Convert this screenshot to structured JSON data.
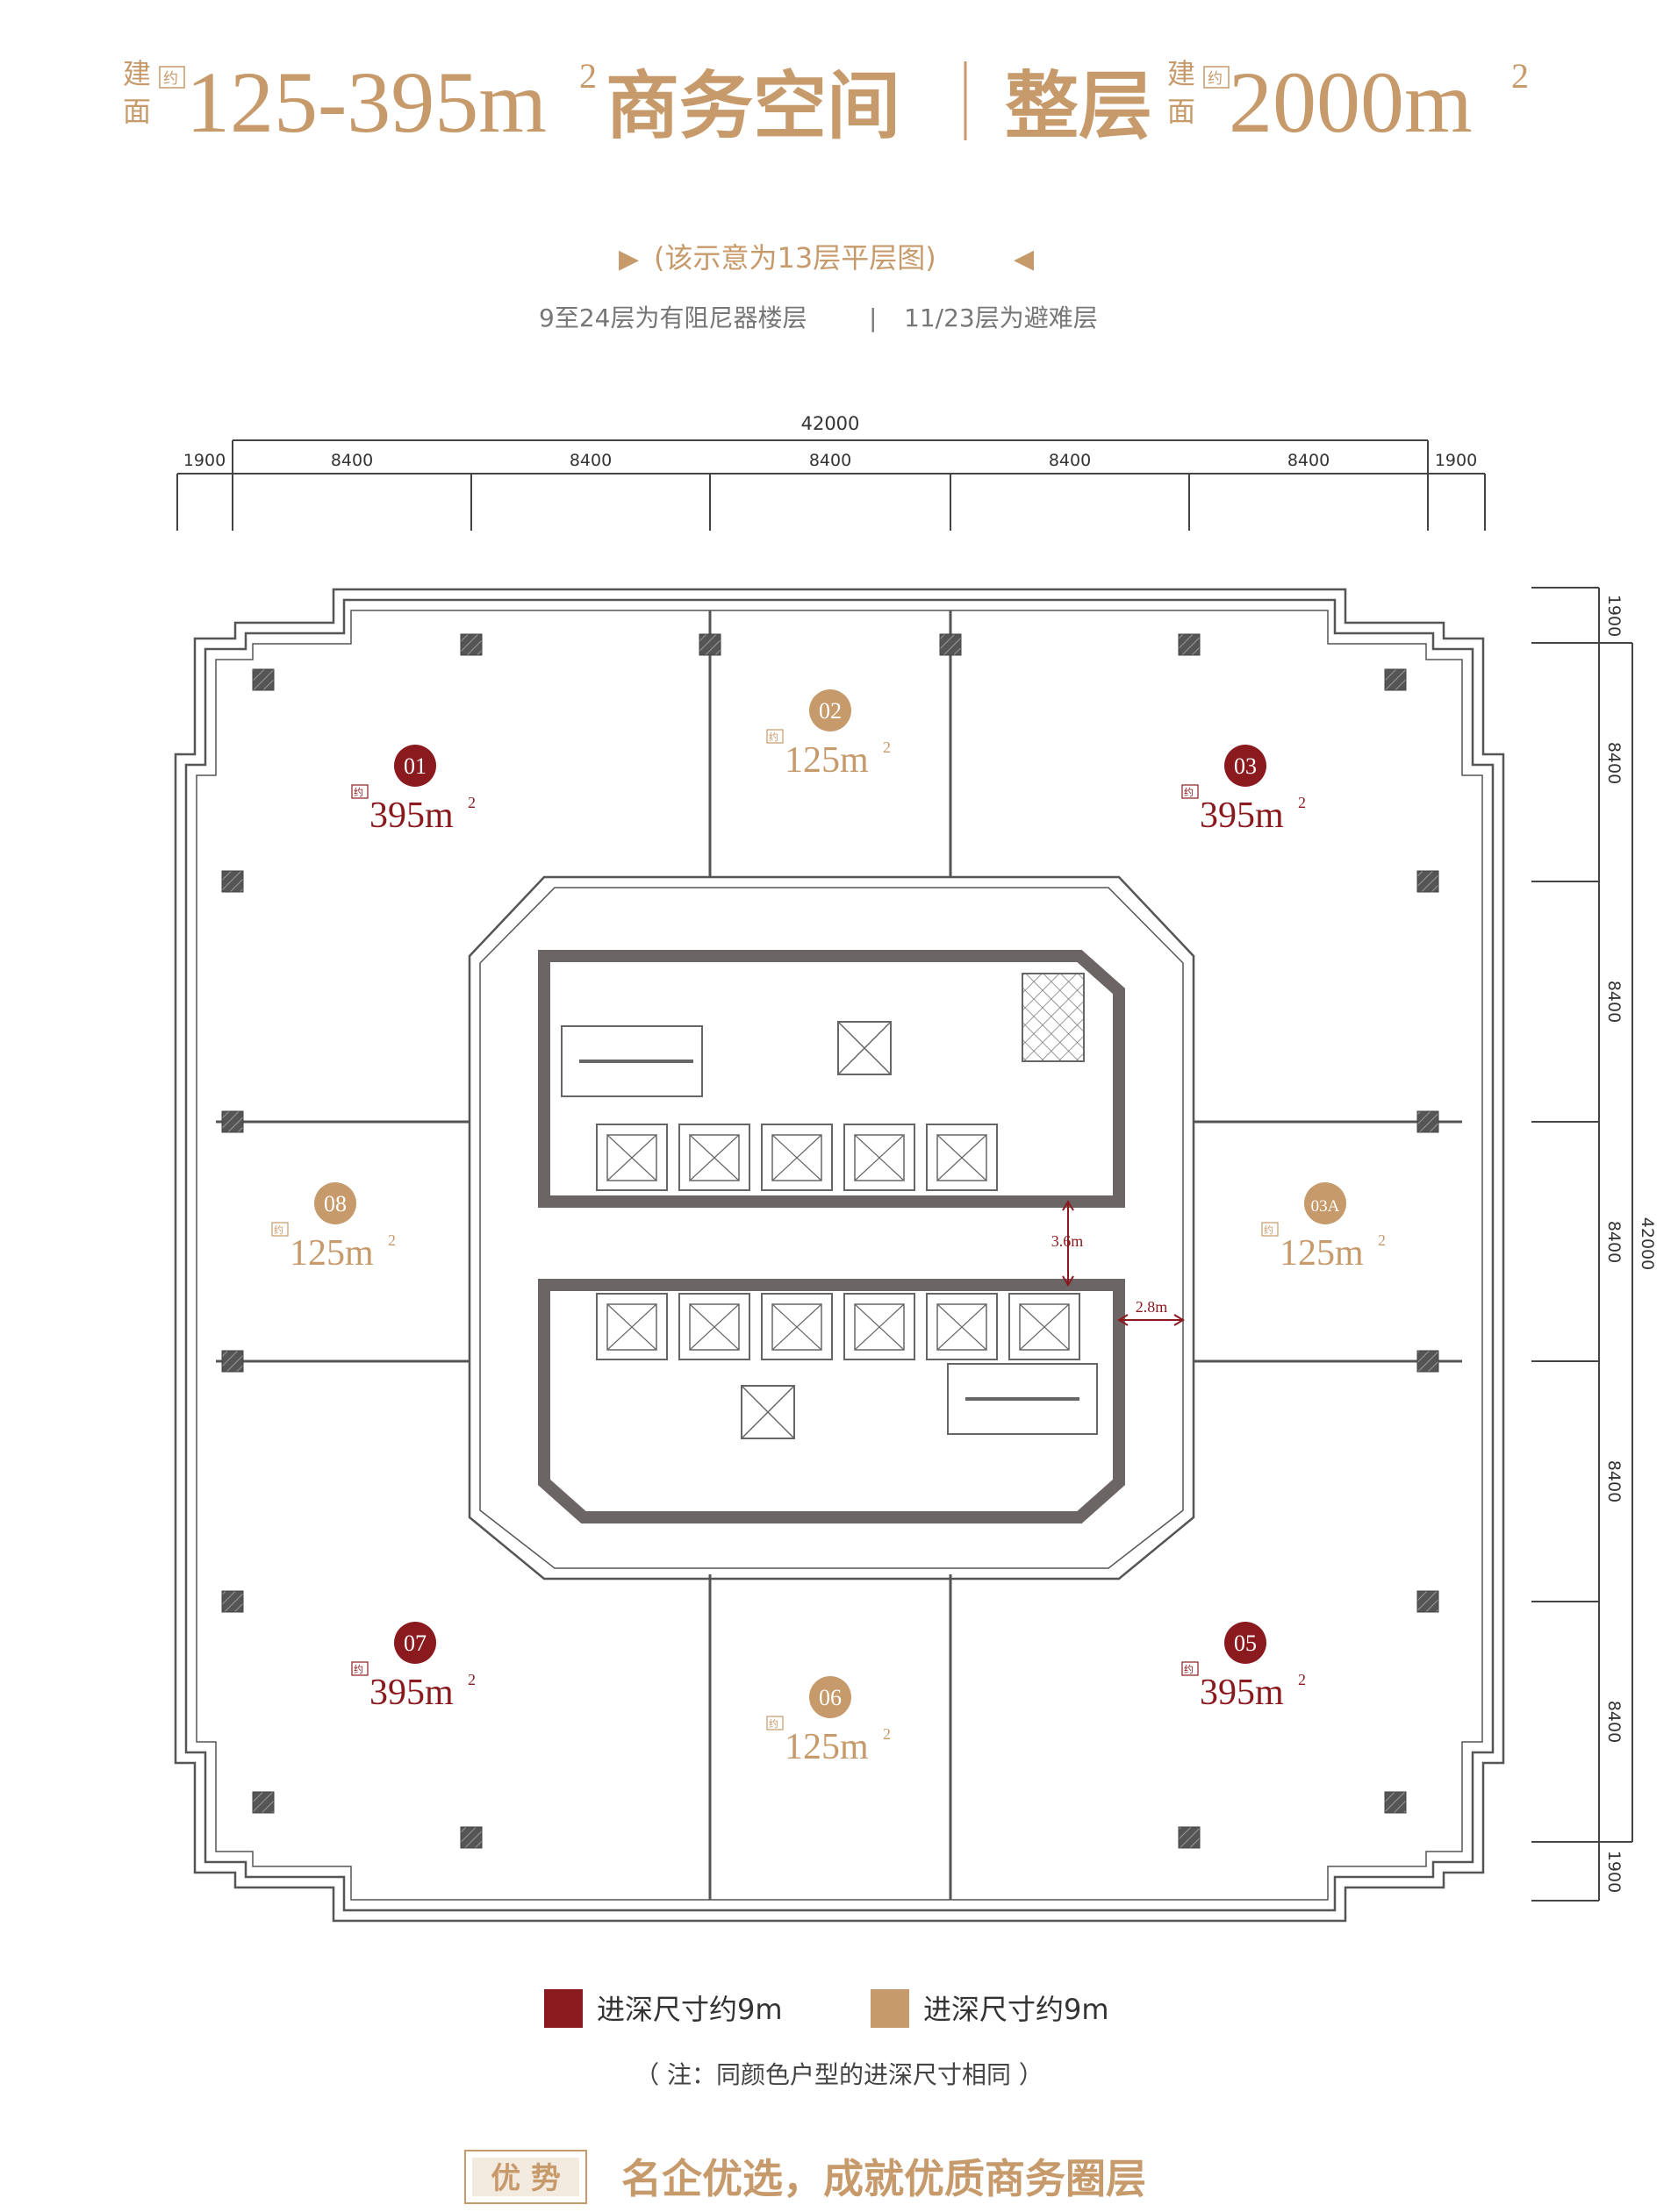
{
  "header": {
    "left_tag_top": "建",
    "left_tag_bottom": "面",
    "left_approx": "约",
    "range_area": "125-395m",
    "range_sup": "2",
    "range_label": "商务空间",
    "separator": "|",
    "floor_label": "整层",
    "right_tag_top": "建",
    "right_tag_bottom": "面",
    "right_approx": "约",
    "floor_area": "2000m",
    "floor_sup": "2"
  },
  "subtitle": {
    "left_arrow": "▶",
    "note": "(该示意为13层平层图)",
    "right_arrow": "◀",
    "info_left": "9至24层为有阻尼器楼层",
    "info_sep": "|",
    "info_right": "11/23层为避难层"
  },
  "dimensions": {
    "overall_top": "42000",
    "top_segments": [
      "1900",
      "8400",
      "8400",
      "8400",
      "8400",
      "8400",
      "1900"
    ],
    "overall_right": "42000",
    "right_segments": [
      "1900",
      "8400",
      "8400",
      "8400",
      "8400",
      "8400",
      "1900"
    ],
    "corridor_vertical": "3.6m",
    "corridor_horizontal": "2.8m"
  },
  "units": [
    {
      "id": "01",
      "area": "395m",
      "sup": "2",
      "approx": "约",
      "color": "#8b1a1f"
    },
    {
      "id": "02",
      "area": "125m",
      "sup": "2",
      "approx": "约",
      "color": "#c79a6b"
    },
    {
      "id": "03",
      "area": "395m",
      "sup": "2",
      "approx": "约",
      "color": "#8b1a1f"
    },
    {
      "id": "03A",
      "area": "125m",
      "sup": "2",
      "approx": "约",
      "color": "#c79a6b"
    },
    {
      "id": "05",
      "area": "395m",
      "sup": "2",
      "approx": "约",
      "color": "#8b1a1f"
    },
    {
      "id": "06",
      "area": "125m",
      "sup": "2",
      "approx": "约",
      "color": "#c79a6b"
    },
    {
      "id": "07",
      "area": "395m",
      "sup": "2",
      "approx": "约",
      "color": "#8b1a1f"
    },
    {
      "id": "08",
      "area": "125m",
      "sup": "2",
      "approx": "约",
      "color": "#c79a6b"
    }
  ],
  "legend": {
    "items": [
      {
        "label": "进深尺寸约9m",
        "color": "#8b1a1f"
      },
      {
        "label": "进深尺寸约9m",
        "color": "#c79a6b"
      }
    ],
    "note": "（ 注：同颜色户型的进深尺寸相同 ）"
  },
  "footer": {
    "badge": "优 势",
    "slogan": "名企优选，成就优质商务圈层"
  },
  "colors": {
    "gold": "#c79a6b",
    "red": "#8b1a1f",
    "wall": "#6b6566",
    "line": "#555555",
    "text_gray": "#666666"
  }
}
